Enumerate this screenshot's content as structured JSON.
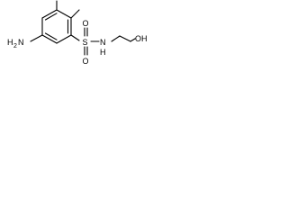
{
  "molecule": {
    "labels": {
      "amine": "H2N",
      "amine_h": "H",
      "amine_sub2": "2",
      "amine_n": "N",
      "sulfur": "S",
      "oxygen_top": "O",
      "oxygen_bottom": "O",
      "nh": "N",
      "nh_h": "H",
      "oh": "OH"
    },
    "colors": {
      "bond": "#000000",
      "text": "#000000",
      "background": "#ffffff"
    }
  }
}
